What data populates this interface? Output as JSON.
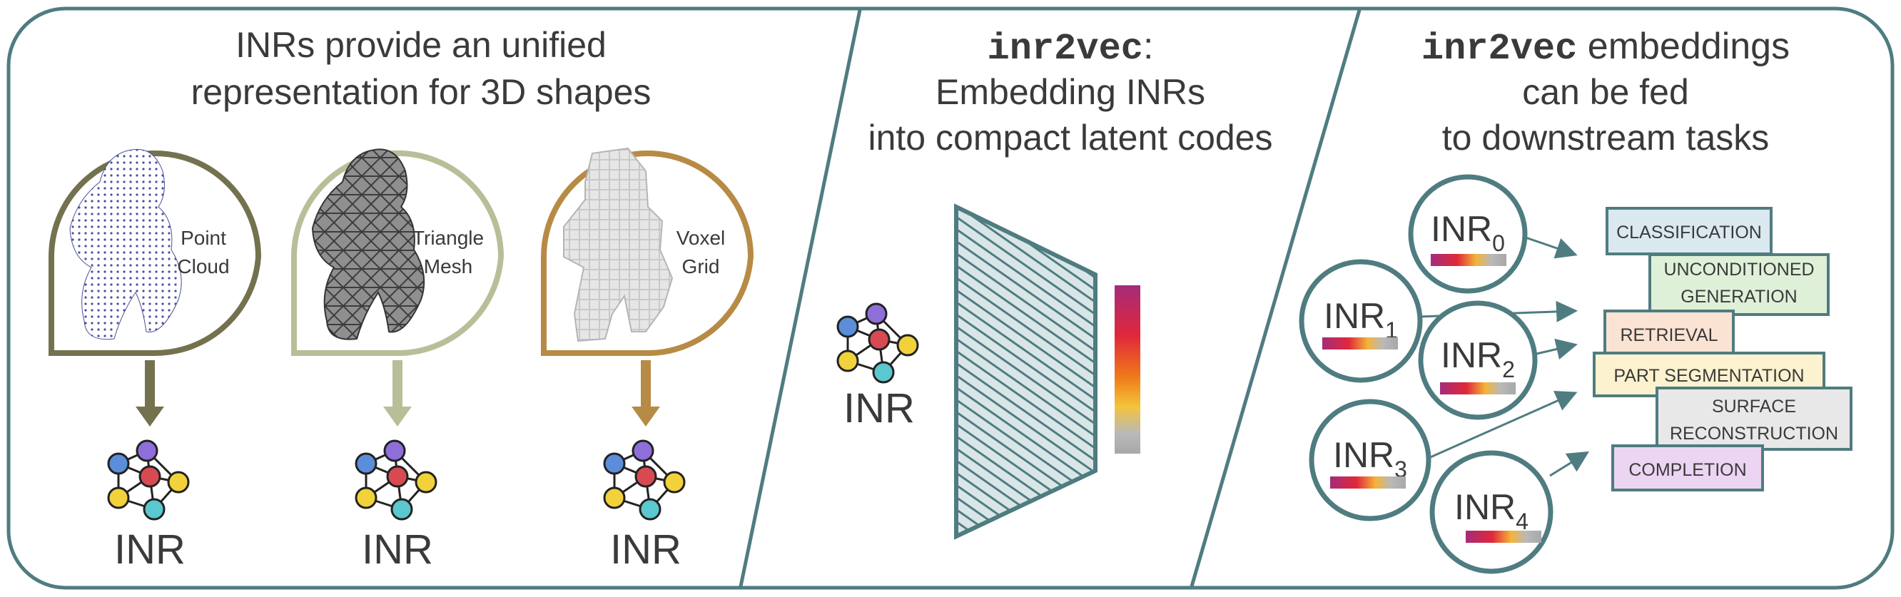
{
  "panel1": {
    "title_line1": "INRs provide an unified",
    "title_line2": "representation for 3D shapes",
    "shapes": [
      {
        "label_line1": "Point",
        "label_line2": "Cloud",
        "color": "#74714f",
        "inr_label": "INR"
      },
      {
        "label_line1": "Triangle",
        "label_line2": "Mesh",
        "color": "#b9be98",
        "inr_label": "INR"
      },
      {
        "label_line1": "Voxel",
        "label_line2": "Grid",
        "color": "#b78b45",
        "inr_label": "INR"
      }
    ]
  },
  "panel2": {
    "title_code": "inr2vec",
    "title_colon": ":",
    "title_line2": "Embedding INRs",
    "title_line3": "into compact latent codes",
    "inr_label": "INR"
  },
  "panel3": {
    "title_code": "inr2vec",
    "title_rest": " embeddings",
    "title_line2": "can be fed",
    "title_line3": "to downstream tasks",
    "inrs": [
      {
        "base": "INR",
        "sub": "0"
      },
      {
        "base": "INR",
        "sub": "1"
      },
      {
        "base": "INR",
        "sub": "2"
      },
      {
        "base": "INR",
        "sub": "3"
      },
      {
        "base": "INR",
        "sub": "4"
      }
    ],
    "tasks": [
      {
        "line1": "CLASSIFICATION",
        "line2": "",
        "fill": "#dae8f0"
      },
      {
        "line1": "UNCONDITIONED",
        "line2": "GENERATION",
        "fill": "#dff0d8"
      },
      {
        "line1": "RETRIEVAL",
        "line2": "",
        "fill": "#fbe3d3"
      },
      {
        "line1": "PART SEGMENTATION",
        "line2": "",
        "fill": "#fdf2cf"
      },
      {
        "line1": "SURFACE",
        "line2": "RECONSTRUCTION",
        "fill": "#e8e8e8"
      },
      {
        "line1": "COMPLETION",
        "line2": "",
        "fill": "#ecd5f2"
      }
    ]
  },
  "colors": {
    "frame": "#4f7c80",
    "node_blue": "#5b8dd9",
    "node_purple": "#8e6fd9",
    "node_red": "#d84a52",
    "node_yellow": "#f1d23a",
    "node_teal": "#5bc7cf",
    "code_red": "#d42a4a",
    "code_orange": "#f08c1e",
    "code_gray": "#a8a8a8"
  }
}
